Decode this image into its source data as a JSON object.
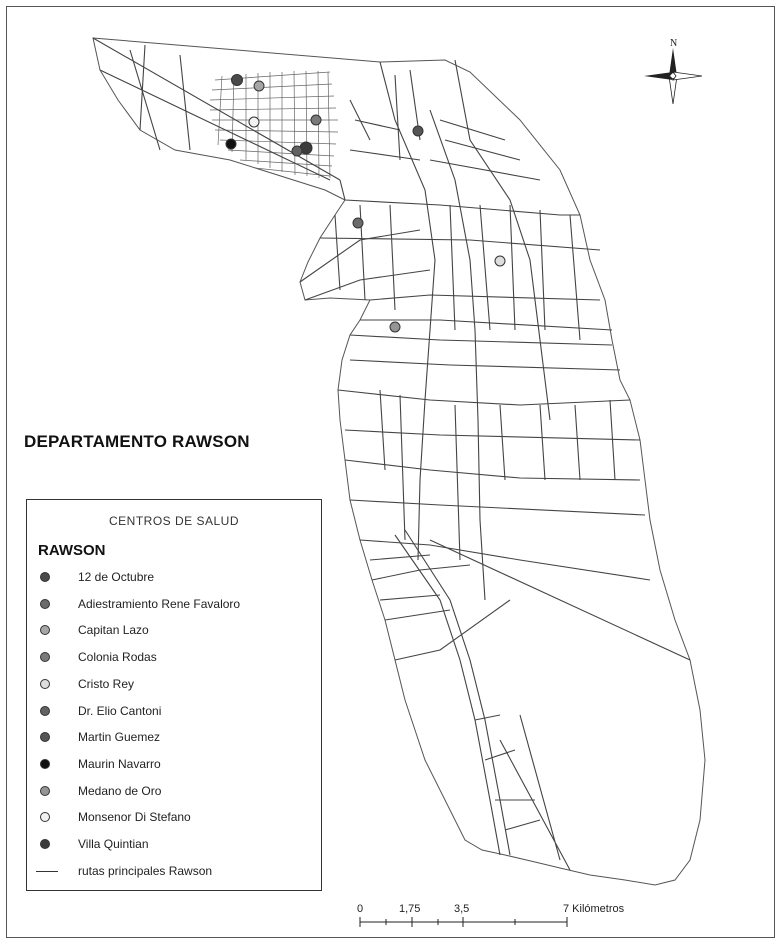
{
  "map": {
    "department_title": "DEPARTAMENTO RAWSON",
    "north_label": "N",
    "road_color": "#555555"
  },
  "legend": {
    "title": "CENTROS DE SALUD",
    "subtitle": "RAWSON",
    "items": [
      {
        "label": "12 de Octubre",
        "color": "#4a4a4a",
        "type": "dot"
      },
      {
        "label": "Adiestramiento Rene Favaloro",
        "color": "#6b6b6b",
        "type": "dot"
      },
      {
        "label": "Capitan Lazo",
        "color": "#a6a6a6",
        "type": "dot"
      },
      {
        "label": "Colonia Rodas",
        "color": "#7a7a7a",
        "type": "dot"
      },
      {
        "label": "Cristo Rey",
        "color": "#dedede",
        "type": "dot"
      },
      {
        "label": "Dr. Elio Cantoni",
        "color": "#626262",
        "type": "dot"
      },
      {
        "label": "Martin Guemez",
        "color": "#555555",
        "type": "dot"
      },
      {
        "label": "Maurin Navarro",
        "color": "#111111",
        "type": "dot"
      },
      {
        "label": "Medano de Oro",
        "color": "#959595",
        "type": "dot"
      },
      {
        "label": "Monsenor Di Stefano",
        "color": "#f2f2f2",
        "type": "dot"
      },
      {
        "label": "Villa Quintian",
        "color": "#3c3c3c",
        "type": "dot"
      },
      {
        "label": "rutas principales Rawson",
        "color": "#333333",
        "type": "line"
      }
    ]
  },
  "scale": {
    "labels": [
      "0",
      "1,75",
      "3,5",
      "7 Kilómetros"
    ]
  }
}
